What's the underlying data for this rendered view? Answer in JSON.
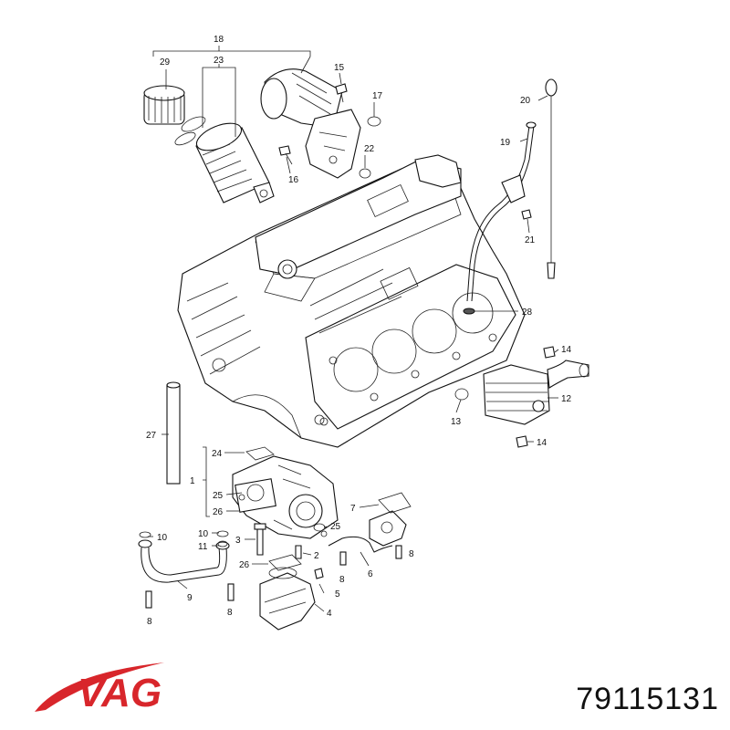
{
  "brand": {
    "name": "VAG",
    "color": "#d8262b"
  },
  "part_number": "79115131",
  "callouts": [
    "18",
    "29",
    "23",
    "15",
    "17",
    "20",
    "22",
    "16",
    "19",
    "21",
    "28",
    "14",
    "12",
    "13",
    "14",
    "27",
    "24",
    "1",
    "25",
    "26",
    "10",
    "11",
    "3",
    "10",
    "9",
    "8",
    "8",
    "26",
    "2",
    "25",
    "7",
    "8",
    "6",
    "8",
    "5",
    "4"
  ]
}
